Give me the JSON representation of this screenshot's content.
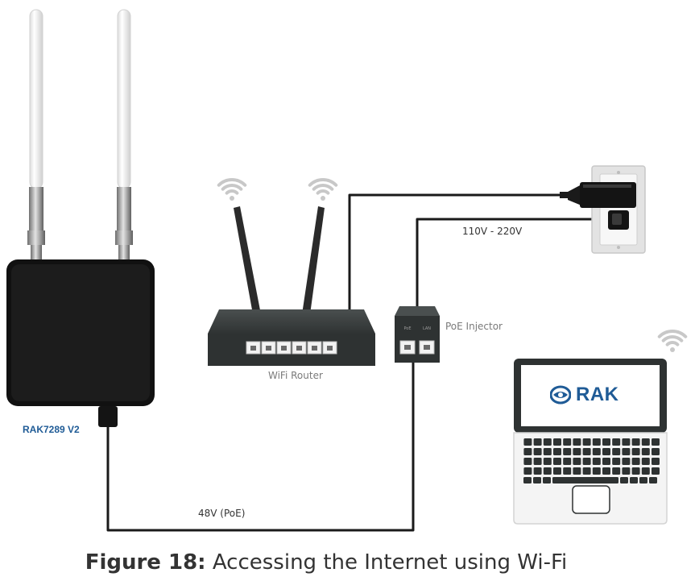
{
  "devices": {
    "gateway_label": "RAK7289 V2",
    "router_label": "WiFi Router",
    "poe_injector_label": "PoE Injector",
    "poe_port_labels": [
      "PoE",
      "LAN"
    ],
    "laptop_logo_text": "RAK"
  },
  "connections": {
    "mains_voltage": "110V - 220V",
    "poe_voltage": "48V (PoE)"
  },
  "caption": {
    "number": "Figure 18:",
    "text": "Accessing the Internet using Wi-Fi"
  },
  "colors": {
    "cable": "#1a1a1a",
    "device_dark": "#2e3232",
    "brand_blue": "#1f5b96",
    "wifi_gray": "#c8c8c8"
  }
}
